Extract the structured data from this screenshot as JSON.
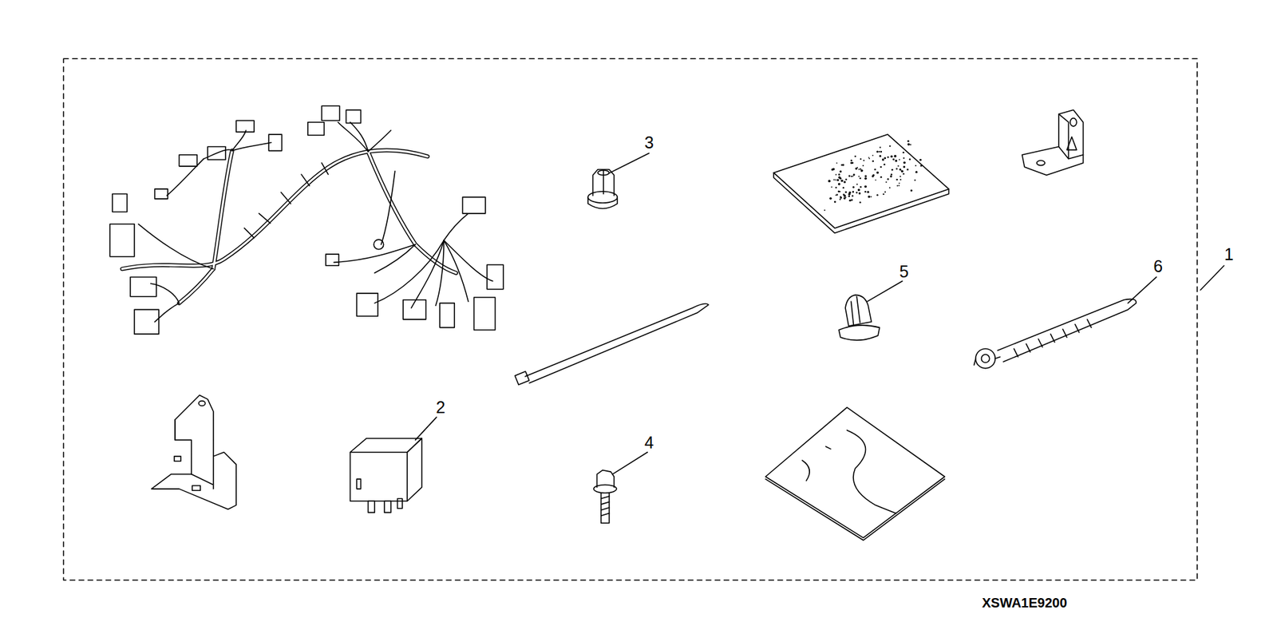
{
  "diagram": {
    "labels": [
      "3",
      "5",
      "6",
      "1",
      "2",
      "4",
      "XSWA1E9200"
    ]
  }
}
